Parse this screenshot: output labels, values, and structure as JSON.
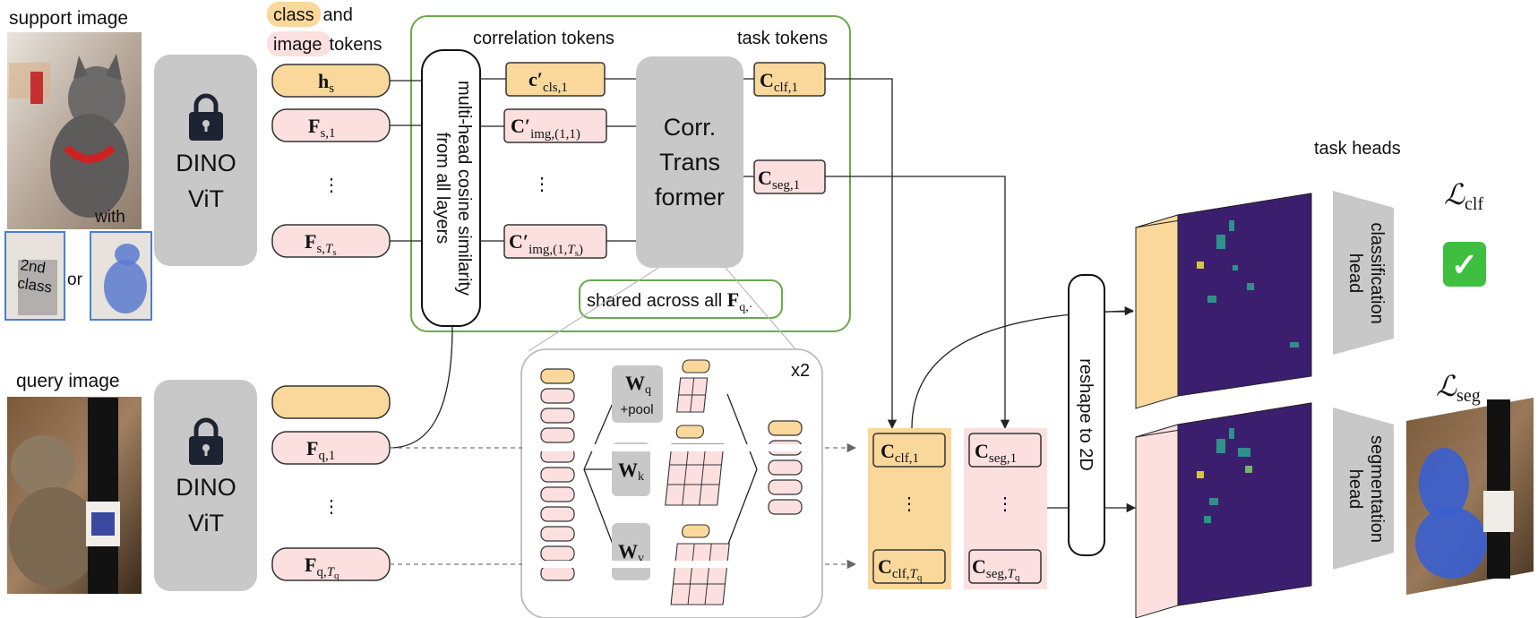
{
  "support": {
    "label": "support image",
    "with_label": "with",
    "or_label": "or",
    "second_class_text": "2nd\nclass"
  },
  "query": {
    "label": "query image"
  },
  "encoder": {
    "line1": "DINO",
    "line2": "ViT"
  },
  "legend": {
    "class_word": "class",
    "and_word": " and",
    "image_word": "image",
    "tokens_word": " tokens"
  },
  "headers": {
    "correlation": "correlation tokens",
    "task": "task tokens",
    "task_heads": "task heads"
  },
  "support_tokens": {
    "h": {
      "main": "h",
      "sub": "s"
    },
    "f1": {
      "main": "F",
      "sub": "s,1"
    },
    "fT": {
      "main": "F",
      "sub": "s,",
      "subsub": "T",
      "subsubsub": "s"
    },
    "dots": "⋮"
  },
  "query_tokens": {
    "f1": {
      "main": "F",
      "sub": "q,1"
    },
    "fT": {
      "main": "F",
      "sub": "q,",
      "subsub": "T",
      "subsubsub": "q"
    },
    "dots": "⋮"
  },
  "cosine": {
    "line1": "multi-head cosine similarity",
    "line2": "from all layers"
  },
  "corr_tokens": {
    "c1": {
      "main": "c′",
      "sub": "cls,1"
    },
    "c2": {
      "main": "C′",
      "sub": "img,(1,1)"
    },
    "c3": {
      "main": "C′",
      "sub": "img,(1,",
      "subsub": "T",
      "subsubsub": "s",
      "tail": ")"
    },
    "dots": "⋮"
  },
  "transformer": {
    "line1": "Corr.",
    "line2": "Trans",
    "line3": "former"
  },
  "task_tokens": {
    "clf": {
      "main": "C",
      "sub": "clf,1"
    },
    "seg": {
      "main": "C",
      "sub": "seg,1"
    }
  },
  "shared": {
    "text": "shared across all ",
    "main": "F",
    "sub": "q,·"
  },
  "attention": {
    "repeat": "x2",
    "wq": {
      "main": "W",
      "sub": "q",
      "extra": "+pool"
    },
    "wk": {
      "main": "W",
      "sub": "k"
    },
    "wv": {
      "main": "W",
      "sub": "v"
    }
  },
  "outputs": {
    "clf1": {
      "main": "C",
      "sub": "clf,1"
    },
    "clfT": {
      "main": "C",
      "sub": "clf,",
      "subsub": "T",
      "subsubsub": "q"
    },
    "seg1": {
      "main": "C",
      "sub": "seg,1"
    },
    "segT": {
      "main": "C",
      "sub": "seg,",
      "subsub": "T",
      "subsubsub": "q"
    },
    "dots": "⋮"
  },
  "reshape": {
    "text": "reshape to 2D"
  },
  "heads": {
    "classification": {
      "line1": "classification",
      "line2": "head"
    },
    "segmentation": {
      "line1": "segmentation",
      "line2": "head"
    }
  },
  "losses": {
    "clf": {
      "main": "ℒ",
      "sub": "clf"
    },
    "seg": {
      "main": "ℒ",
      "sub": "seg"
    },
    "check": "✓"
  },
  "colors": {
    "class_fill": "#FAD89B",
    "image_fill": "#FCE0E0",
    "grey_block": "#C8C8C8",
    "green_border": "#6CA94B",
    "token_stroke": "#333333",
    "heatmap_bg": "#3B1F6E",
    "check_green": "#3FBF3F"
  }
}
